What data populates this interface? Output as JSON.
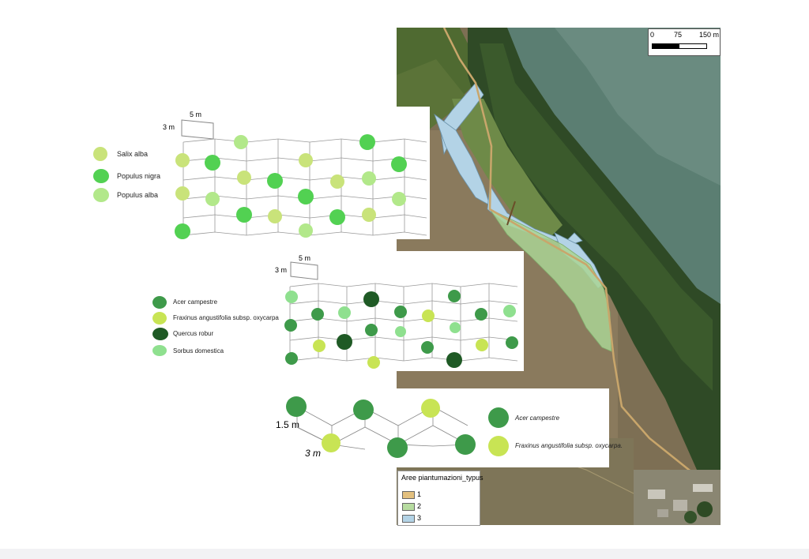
{
  "scale_bar": {
    "labels": [
      "0",
      "75",
      "150 m"
    ]
  },
  "map_legend": {
    "title": "Aree piantumazioni_typus",
    "items": [
      {
        "label": "1",
        "color": "#e3c07e"
      },
      {
        "label": "2",
        "color": "#b7dca0"
      },
      {
        "label": "3",
        "color": "#b3d3e6"
      }
    ]
  },
  "module1": {
    "dim_width": "5 m",
    "dim_height": "3 m",
    "legend": [
      {
        "label": "Salix alba",
        "icon": "salix-alba-icon",
        "color": "#c9e37a"
      },
      {
        "label": "Populus nigra",
        "icon": "populus-nigra-icon",
        "color": "#52d152"
      },
      {
        "label": "Populus alba",
        "icon": "populus-alba-icon",
        "color": "#b2e88a"
      }
    ]
  },
  "module2": {
    "dim_width": "5 m",
    "dim_height": "3 m",
    "legend": [
      {
        "label": "Acer campestre",
        "icon": "acer-campestre-icon",
        "color": "#3e9a4a"
      },
      {
        "label": "Fraxinus angustifolia subsp. oxycarpa",
        "icon": "fraxinus-icon",
        "color": "#c8e454"
      },
      {
        "label": "Quercus robur",
        "icon": "quercus-robur-icon",
        "color": "#1f5a25"
      },
      {
        "label": "Sorbus domestica",
        "icon": "sorbus-domestica-icon",
        "color": "#8fe08f"
      }
    ]
  },
  "module3": {
    "dim_height": "1.5 m",
    "dim_width": "3 m",
    "legend": [
      {
        "label": "Acer campestre",
        "icon": "acer-campestre-icon",
        "color": "#3e9a4a"
      },
      {
        "label": "Fraxinus angustifolia subsp. oxycarpa.",
        "icon": "fraxinus-icon",
        "color": "#c8e454"
      }
    ]
  }
}
